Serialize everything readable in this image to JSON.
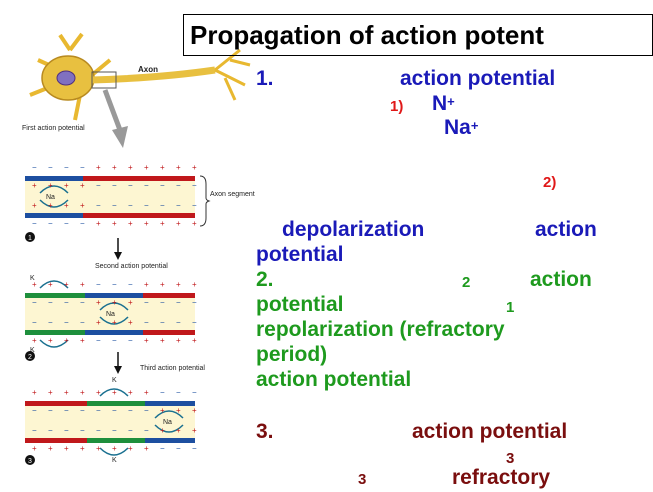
{
  "title": "Propagation of action potent",
  "figure": {
    "axon_label": "Axon",
    "first_ap": "First action potential",
    "second_ap": "Second action potential",
    "third_ap": "Third action potential",
    "axon_segment": "Axon segment",
    "na": "Na",
    "k": "K",
    "plus_sup": "+",
    "step1": "1",
    "step2": "2",
    "step3": "3",
    "plus": "+",
    "minus": "−"
  },
  "text": {
    "s1_num": "1.",
    "s1_ap": "action potential",
    "s1_sub_num": "1",
    "s1_sub_paren": ")",
    "s1_n": "N",
    "s1_na": "Na",
    "sup_plus": "+",
    "s1_sub2": "2)",
    "depol": "depolarization",
    "action": "action",
    "potential": "potential",
    "s2_num": "2.",
    "s2_small2": "2",
    "s2_action": "action",
    "s2_potential": "potential",
    "s2_small1": "1",
    "repol": "repolarization (refractory",
    "period": "period)",
    "ap2": "action potential",
    "s3_num": "3.",
    "s3_ap": "action potential",
    "s3_small3": "3",
    "s3_small3b": "3",
    "refractory": "refractory"
  }
}
